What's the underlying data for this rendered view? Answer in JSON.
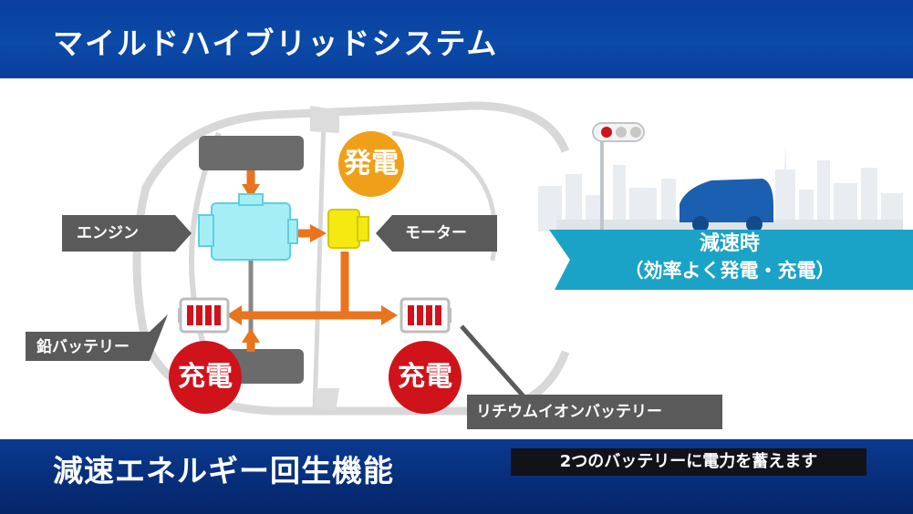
{
  "header": {
    "title": "マイルドハイブリッドシステム"
  },
  "footer": {
    "title": "減速エネルギー回生機能",
    "caption": "2つのバッテリーに電力を蓄えます"
  },
  "diagram": {
    "labels": {
      "engine": "エンジン",
      "motor": "モーター",
      "lead_battery": "鉛バッテリー",
      "lithium_battery": "リチウムイオンバッテリー"
    },
    "circles": {
      "generate": "発電",
      "charge_left": "充電",
      "charge_right": "充電"
    }
  },
  "scene": {
    "line1": "減速時",
    "line2": "（効率よく発電・充電）"
  },
  "colors": {
    "header_blue": "#0b4aa8",
    "arrow_orange": "#e8741e",
    "charge_red": "#d0121b",
    "generate_orange": "#f0a018",
    "banner_cyan": "#1aa3c6",
    "engine_cyan": "#a6eef5",
    "motor_yellow": "#f4ea12"
  }
}
